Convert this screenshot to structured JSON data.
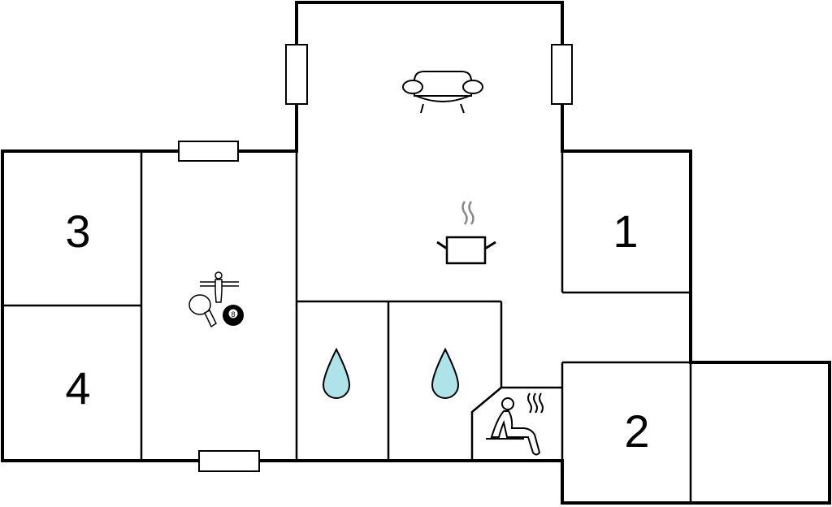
{
  "rooms": {
    "bedroom_1": "1",
    "bedroom_2": "2",
    "bedroom_3": "3",
    "bedroom_4": "4"
  },
  "icons": [
    "sofa-icon",
    "cooking-pot-icon",
    "water-drop-icon",
    "water-drop-icon",
    "sauna-icon",
    "table-tennis-icon",
    "table-football-icon",
    "billiard-ball-icon"
  ],
  "billiard_ball_label": "8",
  "colors": {
    "wall": "#000000",
    "water": "#aee3ea",
    "steam": "#888888"
  }
}
